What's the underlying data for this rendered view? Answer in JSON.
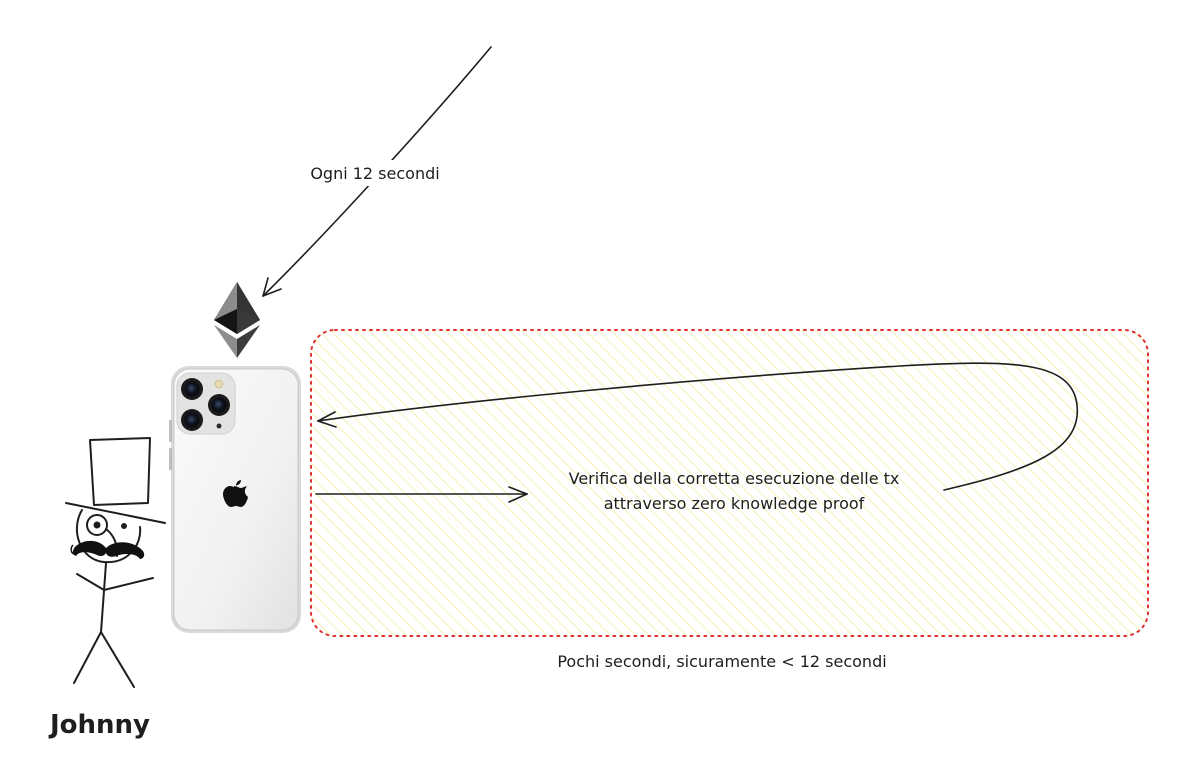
{
  "labels": {
    "interval": "Ogni 12 secondi",
    "verify_line1": "Verifica della corretta esecuzione delle tx",
    "verify_line2": "attraverso zero knowledge proof",
    "duration": "Pochi secondi, sicuramente < 12 secondi",
    "person_name": "Johnny"
  },
  "icons": {
    "network": "ethereum-logo-icon",
    "device": "smartphone-icon",
    "device_brand": "apple-logo-icon",
    "person": "stick-figure-icon"
  },
  "colors": {
    "stroke": "#1e1e1e",
    "zone_border": "#e03131",
    "zone_hatch": "#f5f0a8",
    "phone_body": "#f4f4f4",
    "ethereum_dark": "#343434",
    "ethereum_light": "#8c8c8c"
  }
}
